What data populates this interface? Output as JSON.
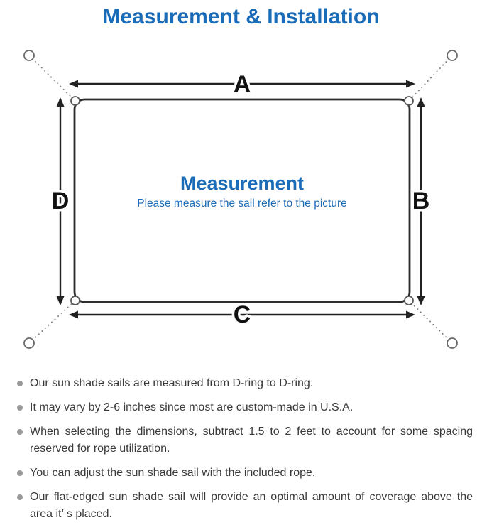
{
  "title": "Measurement & Installation",
  "diagram": {
    "labels": {
      "top": "A",
      "right": "B",
      "bottom": "C",
      "left": "D"
    },
    "center_title": "Measurement",
    "center_subtitle": "Please measure the sail refer to the picture"
  },
  "bullets": [
    "Our sun shade sails are measured from D-ring to D-ring.",
    "It may vary by 2-6 inches since most are custom-made in U.S.A.",
    "When selecting the dimensions, subtract 1.5 to 2 feet to account for some spacing reserved for rope utilization.",
    "You can adjust the sun shade sail with the included rope.",
    "Our flat-edged sun shade sail will provide an optimal amount of coverage above the area it’ s placed."
  ],
  "colors": {
    "accent_blue": "#1a6cb8",
    "line_dark": "#2d2d2d",
    "bullet_gray": "#9a9a9a",
    "body_text": "#3a3a3a"
  }
}
